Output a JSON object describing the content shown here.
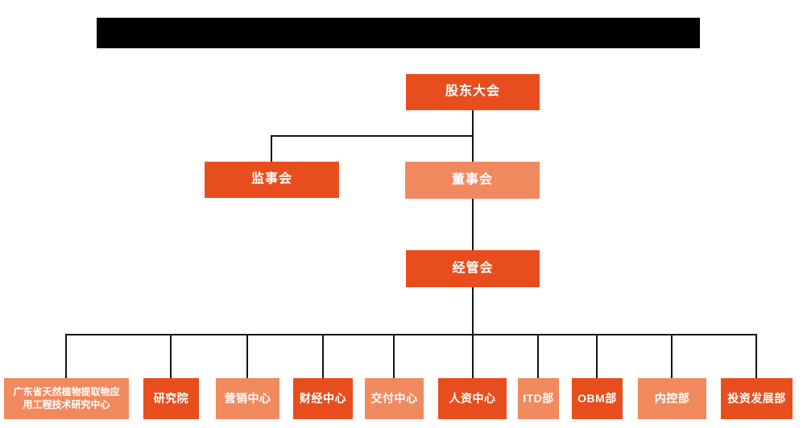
{
  "colors": {
    "primary": "#E84E1D",
    "secondary": "#F08A5E",
    "line": "#141414",
    "background": "#FFFFFF",
    "nodetext": "#FFFFFF"
  },
  "org": {
    "root": {
      "label": "股东大会"
    },
    "level2": {
      "supervisory_board": {
        "label": "监事会"
      },
      "board_of_directors": {
        "label": "董事会"
      }
    },
    "level3": {
      "management_committee": {
        "label": "经管会"
      }
    },
    "departments": [
      {
        "label": "广东省天然植物提取物应用工程技术研究中心",
        "variant": "secondary"
      },
      {
        "label": "研究院",
        "variant": "primary"
      },
      {
        "label": "营销中心",
        "variant": "secondary"
      },
      {
        "label": "财经中心",
        "variant": "primary"
      },
      {
        "label": "交付中心",
        "variant": "secondary"
      },
      {
        "label": "人资中心",
        "variant": "primary"
      },
      {
        "label": "ITD部",
        "variant": "secondary"
      },
      {
        "label": "OBM部",
        "variant": "primary"
      },
      {
        "label": "内控部",
        "variant": "secondary"
      },
      {
        "label": "投资发展部",
        "variant": "primary"
      }
    ]
  }
}
